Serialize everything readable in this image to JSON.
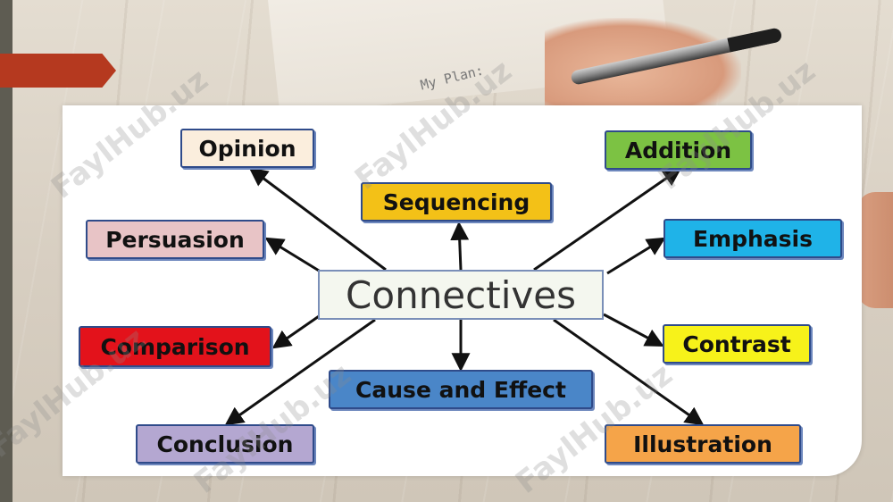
{
  "background": {
    "handwritten_note": "My Plan:",
    "watermark": "FaylHub.uz"
  },
  "diagram": {
    "center": "Connectives",
    "nodes": [
      {
        "id": "opinion",
        "label": "Opinion",
        "color": "#fbeedd"
      },
      {
        "id": "sequencing",
        "label": "Sequencing",
        "color": "#f3c117"
      },
      {
        "id": "addition",
        "label": "Addition",
        "color": "#7cc243"
      },
      {
        "id": "persuasion",
        "label": "Persuasion",
        "color": "#e8c4c6"
      },
      {
        "id": "emphasis",
        "label": "Emphasis",
        "color": "#1fb3e8"
      },
      {
        "id": "comparison",
        "label": "Comparison",
        "color": "#e3121b"
      },
      {
        "id": "contrast",
        "label": "Contrast",
        "color": "#f7f21a"
      },
      {
        "id": "cause-and-effect",
        "label": "Cause and Effect",
        "color": "#4a86c8"
      },
      {
        "id": "conclusion",
        "label": "Conclusion",
        "color": "#b4a7d1"
      },
      {
        "id": "illustration",
        "label": "Illustration",
        "color": "#f5a449"
      }
    ]
  }
}
